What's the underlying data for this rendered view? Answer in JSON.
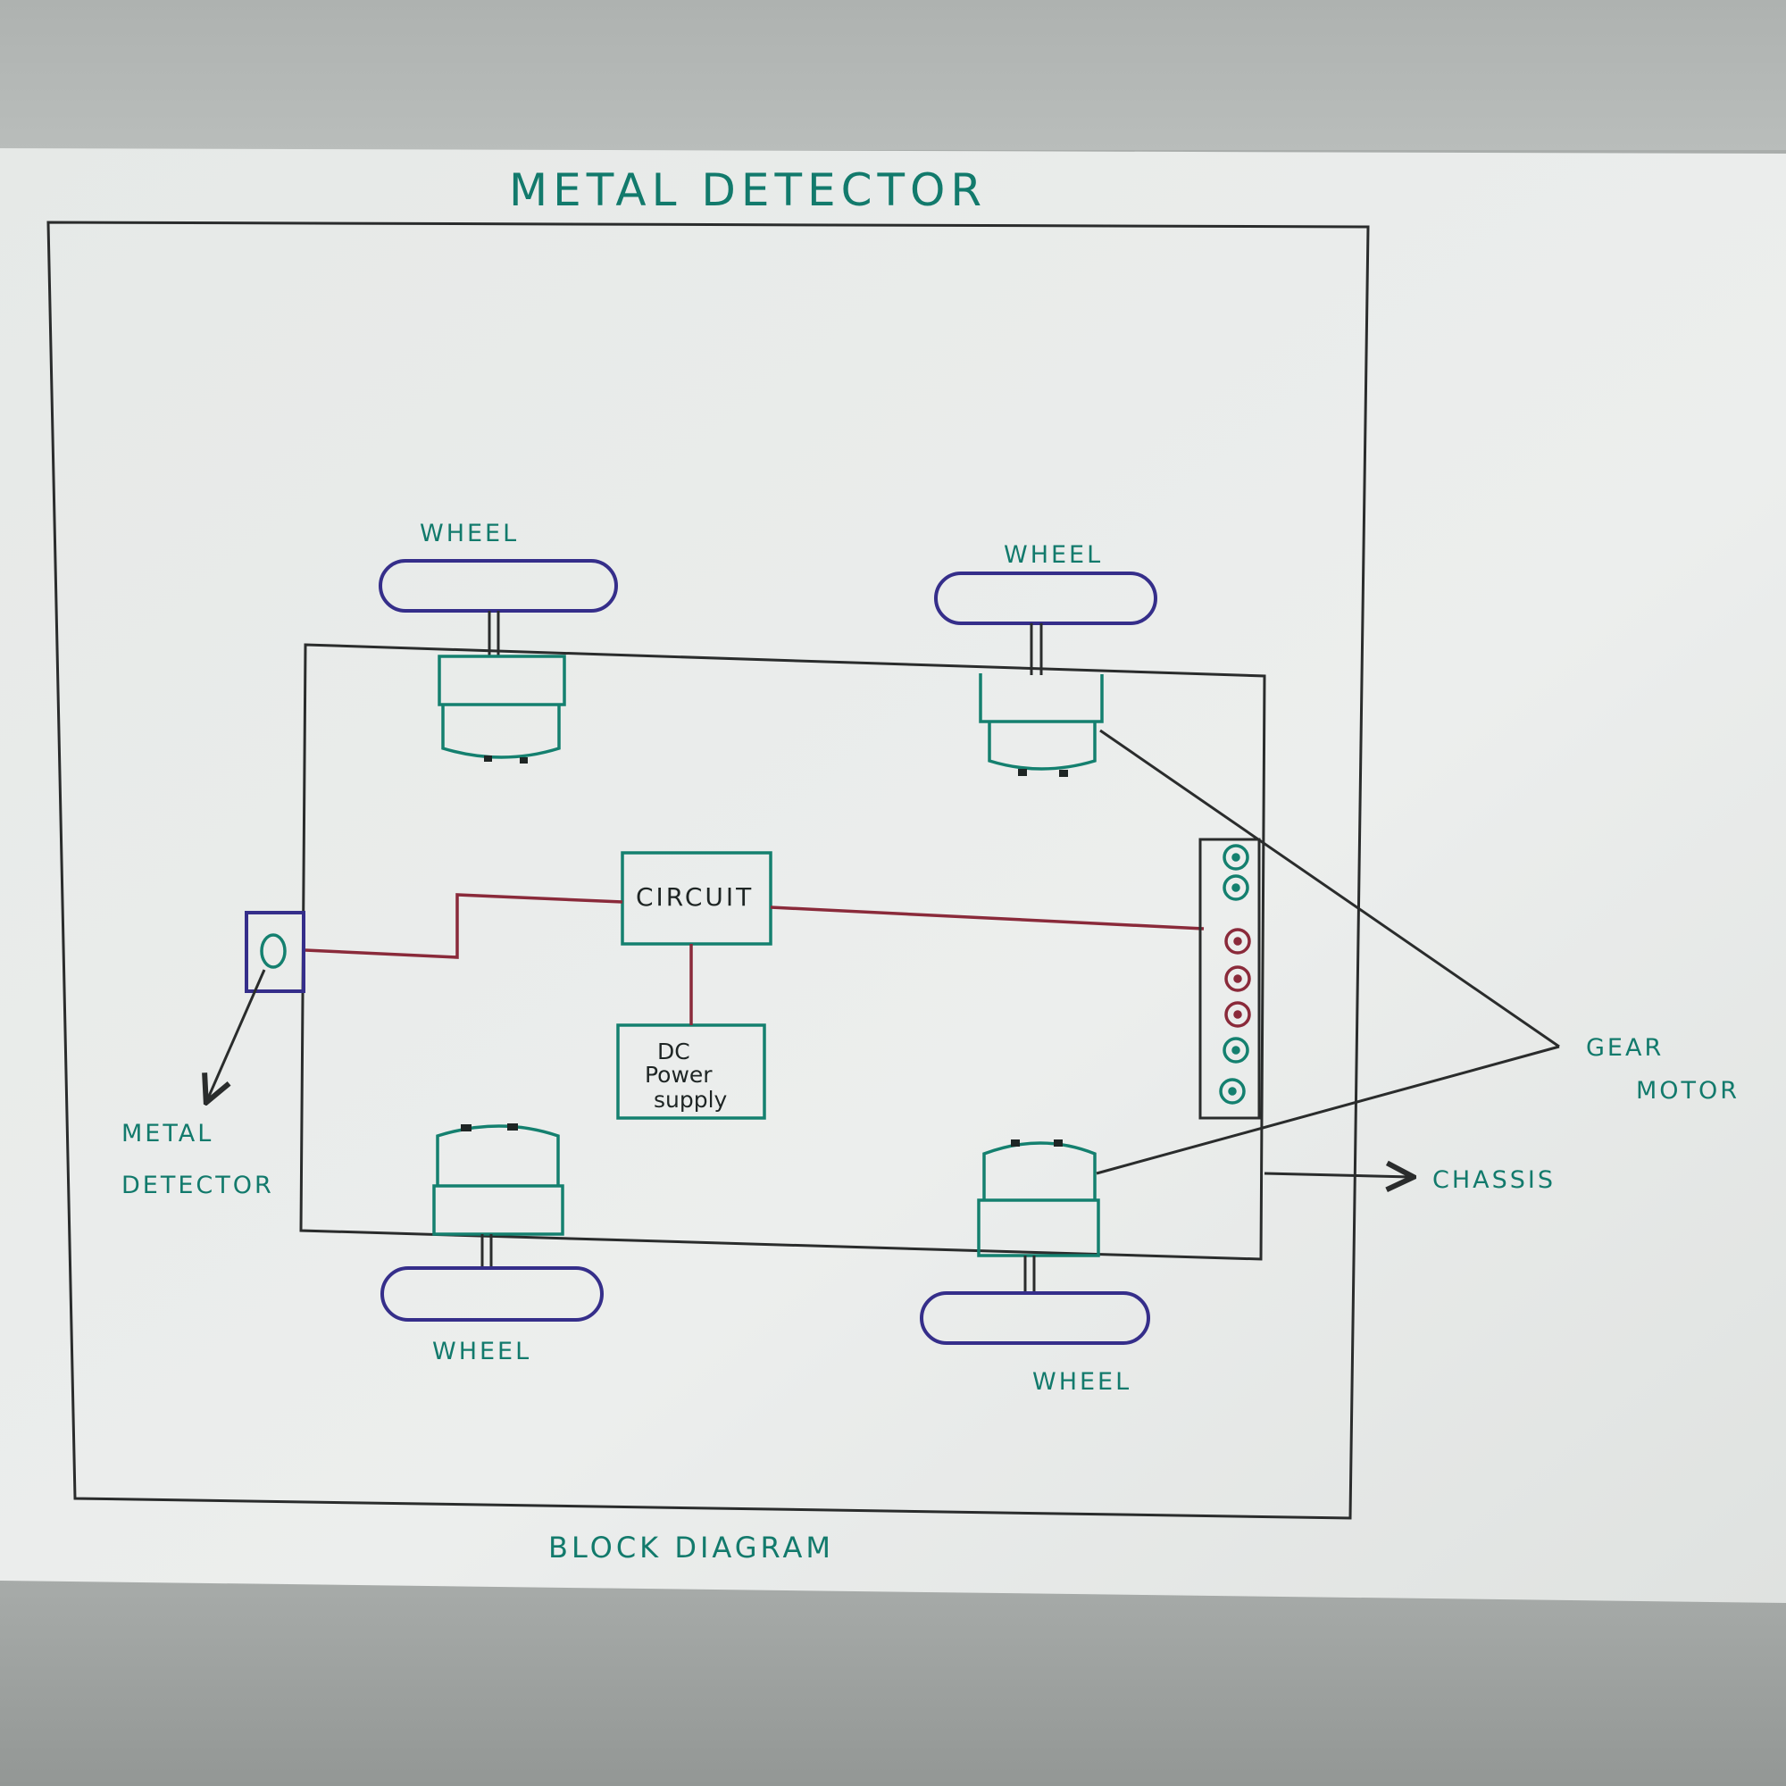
{
  "diagram": {
    "title": "METAL DETECTOR",
    "caption": "BLOCK DIAGRAM",
    "wheel_labels": [
      "WHEEL",
      "WHEEL",
      "WHEEL",
      "WHEEL"
    ],
    "circuit_label": "CIRCUIT",
    "power_supply_lines": [
      "DC",
      "Power",
      "supply"
    ],
    "metal_detector_label_lines": [
      "METAL",
      "DETECTOR"
    ],
    "gear_motor_label_lines": [
      "GEAR",
      "MOTOR"
    ],
    "chassis_label": "CHASSIS",
    "colors": {
      "paper": "#e9ecea",
      "teal_ink": "#127a6c",
      "blue_ink": "#352e8a",
      "red_ink": "#8a2a3a",
      "black_ink": "#2a2c2c"
    }
  }
}
